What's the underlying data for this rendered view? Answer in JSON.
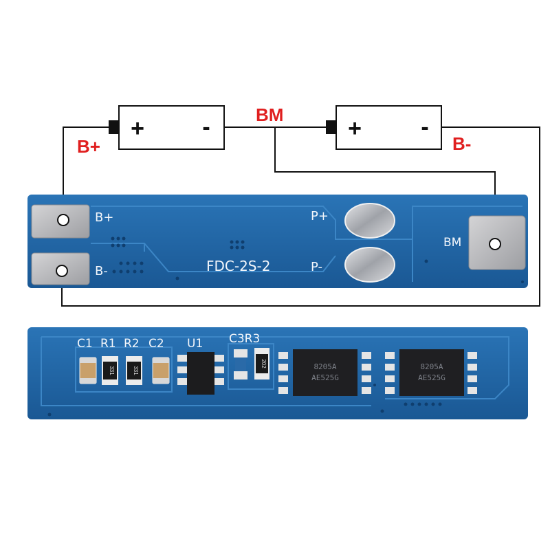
{
  "wiring_labels": {
    "b_plus": "B+",
    "b_minus": "B-",
    "bm": "BM"
  },
  "battery_1": {
    "plus": "+",
    "minus": "-"
  },
  "battery_2": {
    "plus": "+",
    "minus": "-"
  },
  "board_top": {
    "pad_bplus_label": "B+",
    "pad_bminus_label": "B-",
    "pad_pplus_label": "P+",
    "pad_pminus_label": "P-",
    "pad_bm_label": "BM",
    "model": "FDC-2S-2"
  },
  "board_bottom": {
    "ref_c1": "C1",
    "ref_r1": "R1",
    "ref_r2": "R2",
    "ref_c2": "C2",
    "ref_u1": "U1",
    "ref_c3r3": "C3R3",
    "r1_code": "331",
    "r2_code": "331",
    "r3_code": "202",
    "mosfet1_line1": "8205A",
    "mosfet1_line2": "AE525G",
    "mosfet2_line1": "8205A",
    "mosfet2_line2": "AE525G"
  },
  "colors": {
    "pcb": "#1d5f9e",
    "wire": "#111111",
    "label_red": "#e01f1f",
    "pad": "#b3b3b5"
  }
}
